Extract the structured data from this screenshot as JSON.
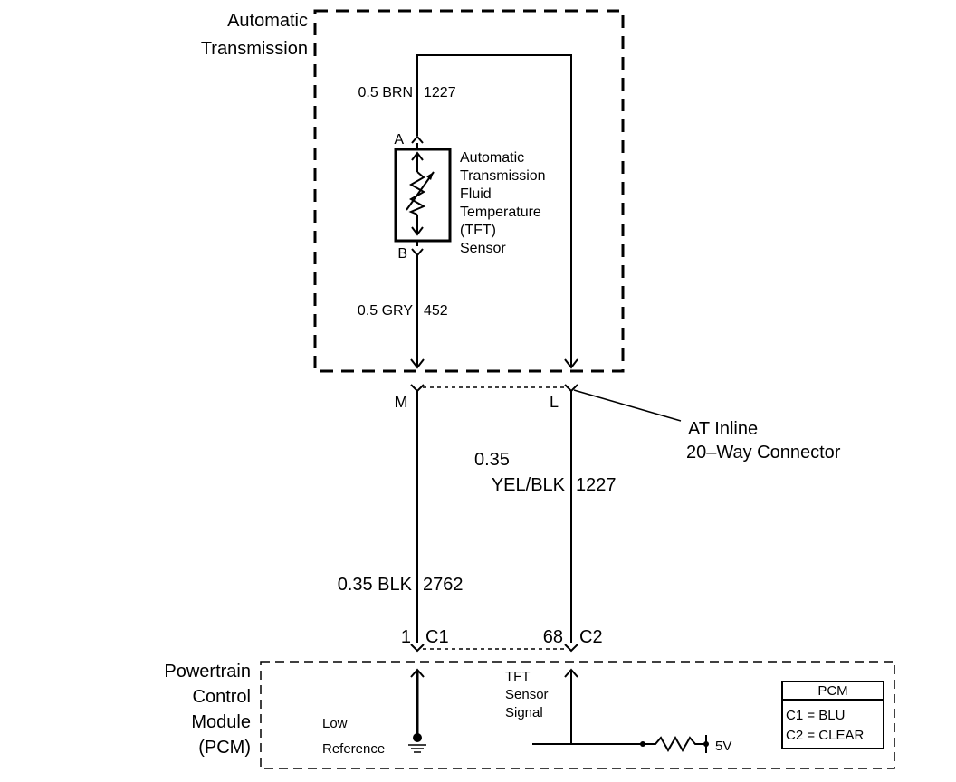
{
  "transmission": {
    "title_line1": "Automatic",
    "title_line2": "Transmission",
    "upper_wire_label": "0.5 BRN",
    "upper_wire_circuit": "1227",
    "lower_wire_label": "0.5 GRY",
    "lower_wire_circuit": "452",
    "pin_a": "A",
    "pin_b": "B",
    "sensor_line1": "Automatic",
    "sensor_line2": "Transmission",
    "sensor_line3": "Fluid",
    "sensor_line4": "Temperature",
    "sensor_line5": "(TFT)",
    "sensor_line6": "Sensor"
  },
  "inline_connector": {
    "pin_m": "M",
    "pin_l": "L",
    "label_line1": "AT Inline",
    "label_line2": "20–Way Connector"
  },
  "harness": {
    "left_wire_label": "0.35 BLK",
    "left_wire_circuit": "2762",
    "right_wire_label_line1": "0.35",
    "right_wire_label_line2": "YEL/BLK",
    "right_wire_circuit": "1227"
  },
  "pcm_connectors": {
    "left_pin": "1",
    "left_conn": "C1",
    "right_pin": "68",
    "right_conn": "C2"
  },
  "pcm": {
    "title_line1": "Powertrain",
    "title_line2": "Control",
    "title_line3": "Module",
    "title_line4": "(PCM)",
    "low_ref_line1": "Low",
    "low_ref_line2": "Reference",
    "signal_line1": "TFT",
    "signal_line2": "Sensor",
    "signal_line3": "Signal",
    "voltage": "5V"
  },
  "legend": {
    "title": "PCM",
    "row1": "C1 = BLU",
    "row2": "C2 = CLEAR"
  }
}
